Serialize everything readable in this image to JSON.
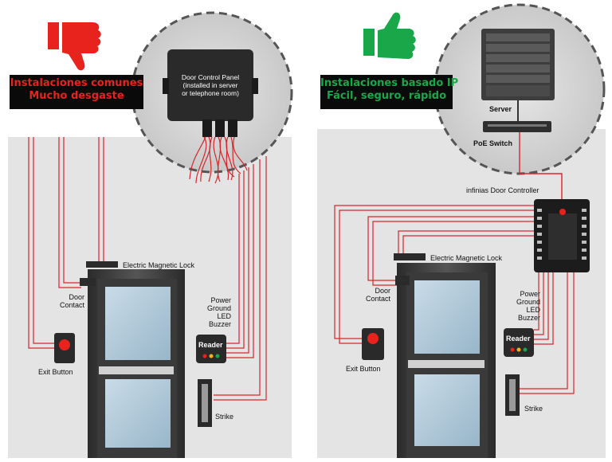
{
  "colors": {
    "bad": "#e8221d",
    "good": "#1aa74a",
    "wire": "#d7262b",
    "wall": "#e4e4e4",
    "door_frame": "#3b3b3b",
    "glass": "#a9c4d6",
    "banner_bg": "#0a0a0a"
  },
  "left_panel": {
    "icon": "thumbs-down-icon",
    "banner_line1": "Instalaciones comunes",
    "banner_line2": "Mucho desgaste",
    "control_panel_line1": "Door Control Panel",
    "control_panel_line2": "(installed in server",
    "control_panel_line3": "or telephone room)",
    "lock_label": "Electric Magnetic Lock",
    "door_contact_label_1": "Door",
    "door_contact_label_2": "Contact",
    "exit_button_label": "Exit Button",
    "reader_wires": [
      "Power",
      "Ground",
      "LED",
      "Buzzer"
    ],
    "reader_label": "Reader",
    "strike_label": "Strike"
  },
  "right_panel": {
    "icon": "thumbs-up-icon",
    "banner_line1": "Instalaciones basado IP",
    "banner_line2": "Fácil, seguro, rápido",
    "server_label": "Server",
    "switch_label": "PoE Switch",
    "controller_label": "infinias Door Controller",
    "lock_label": "Electric Magnetic Lock",
    "door_contact_label_1": "Door",
    "door_contact_label_2": "Contact",
    "exit_button_label": "Exit Button",
    "reader_wires": [
      "Power",
      "Ground",
      "LED",
      "Buzzer"
    ],
    "reader_label": "Reader",
    "strike_label": "Strike"
  }
}
